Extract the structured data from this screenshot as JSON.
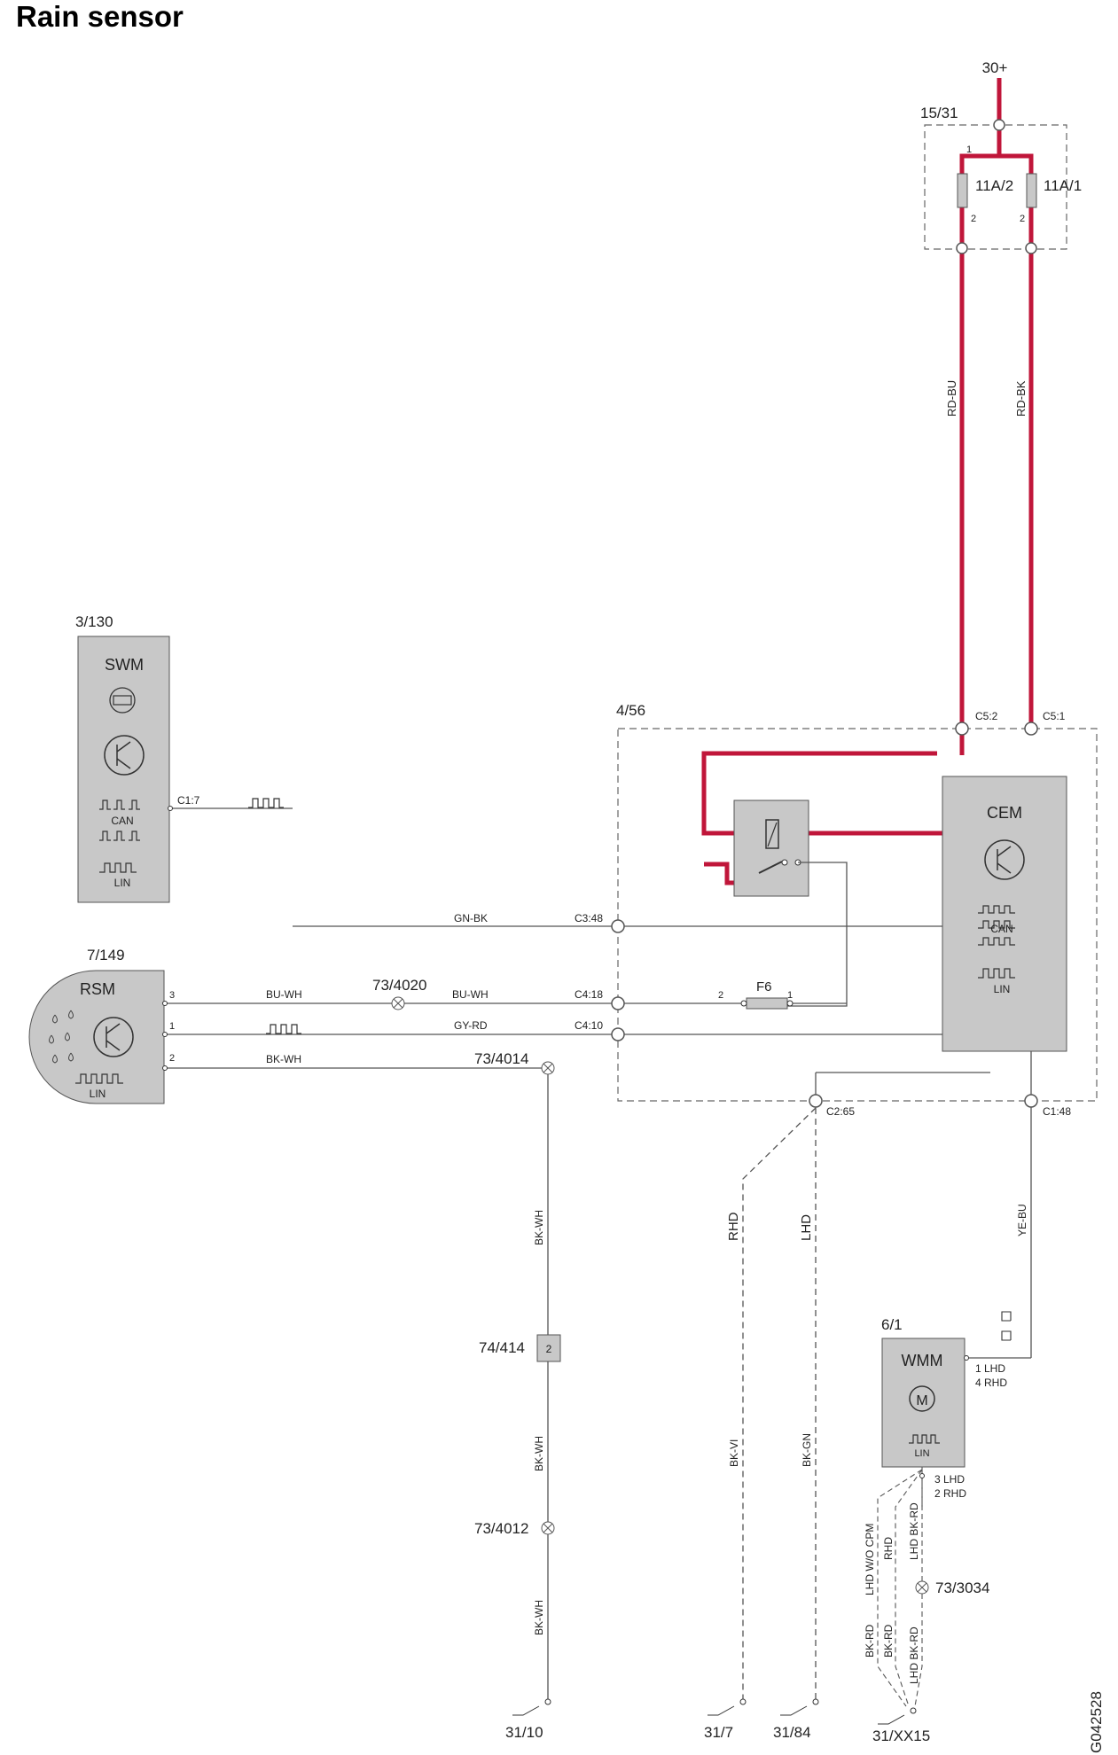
{
  "title": "Rain sensor",
  "figure_id": "G042528",
  "colors": {
    "power_wire": "#c0163a",
    "box_fill": "#c8c8c8",
    "line": "#555555"
  },
  "supply": {
    "label": "30+",
    "fusebox": "15/31",
    "fuse_left": "11A/2",
    "fuse_right": "11A/1",
    "pin_1": "1",
    "pin_2": "2"
  },
  "components": {
    "swm": {
      "ref": "3/130",
      "name": "SWM",
      "can": "CAN",
      "lin": "LIN",
      "pin": "C1:7",
      "icon": "transistor-icon"
    },
    "rsm": {
      "ref": "7/149",
      "name": "RSM",
      "lin": "LIN",
      "pin3": "3",
      "pin1": "1",
      "pin2": "2",
      "icon": "raindrops-icon"
    },
    "cem": {
      "ref": "4/56",
      "name": "CEM",
      "can": "CAN",
      "lin": "LIN"
    },
    "wmm": {
      "ref": "6/1",
      "name": "WMM",
      "lin": "LIN",
      "pin_a": "1 LHD",
      "pin_a2": "4 RHD",
      "pin_b": "3 LHD",
      "pin_b2": "2 RHD",
      "icon": "motor-icon"
    }
  },
  "connectors": {
    "c5_2": "C5:2",
    "c5_1": "C5:1",
    "c3_48": "C3:48",
    "c4_18": "C4:18",
    "c4_10": "C4:10",
    "c2_65": "C2:65",
    "c1_48": "C1:48",
    "f6": "F6",
    "f6_pin2": "2",
    "f6_pin1": "1",
    "j4020": "73/4020",
    "j4014": "73/4014",
    "j414": "74/414",
    "j414_pin": "2",
    "j4012": "73/4012",
    "j3034": "73/3034"
  },
  "wires": {
    "rd_bu": "RD-BU",
    "rd_bk": "RD-BK",
    "gn_bk": "GN-BK",
    "bu_wh_1": "BU-WH",
    "bu_wh_2": "BU-WH",
    "gy_rd": "GY-RD",
    "bk_wh_h": "BK-WH",
    "bk_wh_v1": "BK-WH",
    "bk_wh_v2": "BK-WH",
    "bk_wh_v3": "BK-WH",
    "rhd": "RHD",
    "lhd": "LHD",
    "bk_vi": "BK-VI",
    "bk_gn": "BK-GN",
    "ye_bu": "YE-BU",
    "lhd_wocpm": "LHD  W/O CPM",
    "rhd2": "RHD",
    "lhd_bkrd": "LHD  BK-RD",
    "bk_rd_1": "BK-RD",
    "bk_rd_2": "BK-RD",
    "lhd_bkrd2": "LHD  BK-RD"
  },
  "grounds": {
    "g1": "31/10",
    "g2": "31/7",
    "g3": "31/84",
    "g4": "31/XX15"
  }
}
